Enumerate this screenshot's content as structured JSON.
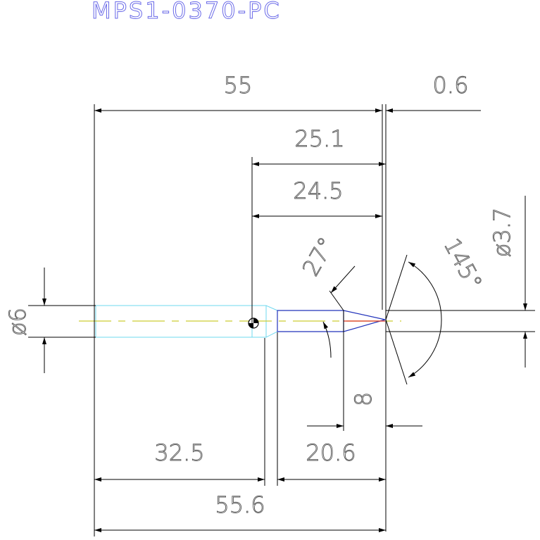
{
  "title": "MPS1-0370-PC",
  "dimensions": {
    "overall_length": "55",
    "tip_offset": "0.6",
    "reference_to_tip": "25.1",
    "reference_to_shoulder": "24.5",
    "taper_angle": "27°",
    "point_angle": "145°",
    "tip_diameter": "ø3.7",
    "shank_diameter": "ø6",
    "shank_length": "32.5",
    "pin_length": "20.6",
    "step_length": "8",
    "total_length": "55.6"
  },
  "colors": {
    "title": "#6a6ae8",
    "dimension_lines": "#000000",
    "dimension_text": "#555555",
    "shank_outline": "#6fd8ef",
    "pin_outline": "#2233bb",
    "center_line": "#cccc33",
    "tip_line": "#dd3322"
  }
}
